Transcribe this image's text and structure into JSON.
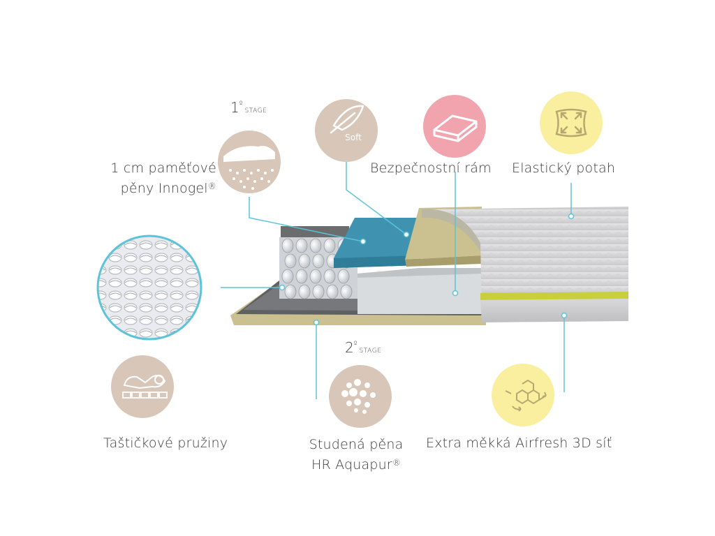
{
  "title": "",
  "stages": {
    "first": {
      "num": "1",
      "ord": "º",
      "word": "STAGE"
    },
    "second": {
      "num": "2",
      "ord": "º",
      "word": "STAGE"
    }
  },
  "components": {
    "memory_foam": {
      "line1": "1 cm paměťové",
      "line2": "pěny Innogel",
      "reg": "®",
      "icon": "memory-foam-layers-icon",
      "icon_color": "#d8c7b9"
    },
    "soft": {
      "badge": "Soft",
      "icon": "feather-icon",
      "icon_color": "#d8c7b9"
    },
    "frame": {
      "label": "Bezpečnostní rám",
      "icon": "mattress-frame-icon",
      "icon_color": "#f2a4ae"
    },
    "cover": {
      "label": "Elastický potah",
      "icon": "stretch-arrows-icon",
      "icon_color": "#f9ef9f"
    },
    "springs": {
      "label": "Taštičkové pružiny",
      "icon": "pocket-springs-icon",
      "icon_color": "#d8c7b9"
    },
    "cold_foam": {
      "line1": "Studená pěna",
      "line2": "HR Aquapur",
      "reg": "®",
      "icon": "foam-bubbles-icon",
      "icon_color": "#d8c7b9"
    },
    "airfresh": {
      "label": "Extra měkká Airfresh 3D síť",
      "icon": "molecule-icon",
      "icon_color": "#f9ef9f"
    }
  },
  "colors": {
    "leader": "#5cc3d8",
    "beige_circle": "#d8c7b9",
    "pink_circle": "#f2a4ae",
    "yellow_circle": "#f9ef9f",
    "foam_blue": "#3f93b0",
    "frame_olive": "#cbc08f",
    "lime_stripe": "#c9cf3b"
  }
}
